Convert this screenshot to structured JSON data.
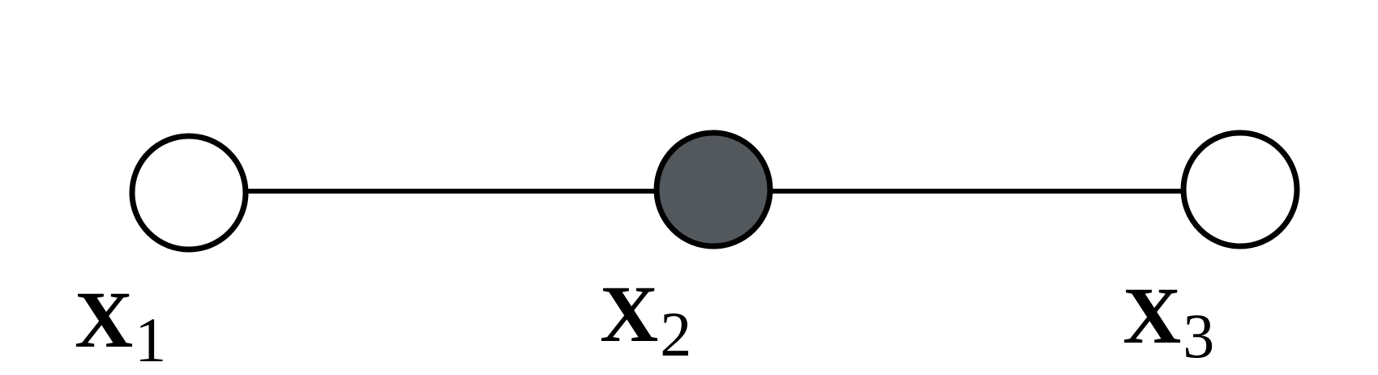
{
  "nodes": [
    {
      "id": "x1",
      "var": "X",
      "sub": "1",
      "observed": false
    },
    {
      "id": "x2",
      "var": "X",
      "sub": "2",
      "observed": true
    },
    {
      "id": "x3",
      "var": "X",
      "sub": "3",
      "observed": false
    }
  ],
  "edges": [
    {
      "from": "x1",
      "to": "x2"
    },
    {
      "from": "x2",
      "to": "x3"
    }
  ],
  "colors": {
    "edge": "#000000",
    "node_stroke": "#000000",
    "unobserved_fill": "#ffffff",
    "observed_fill": "#53585d"
  }
}
